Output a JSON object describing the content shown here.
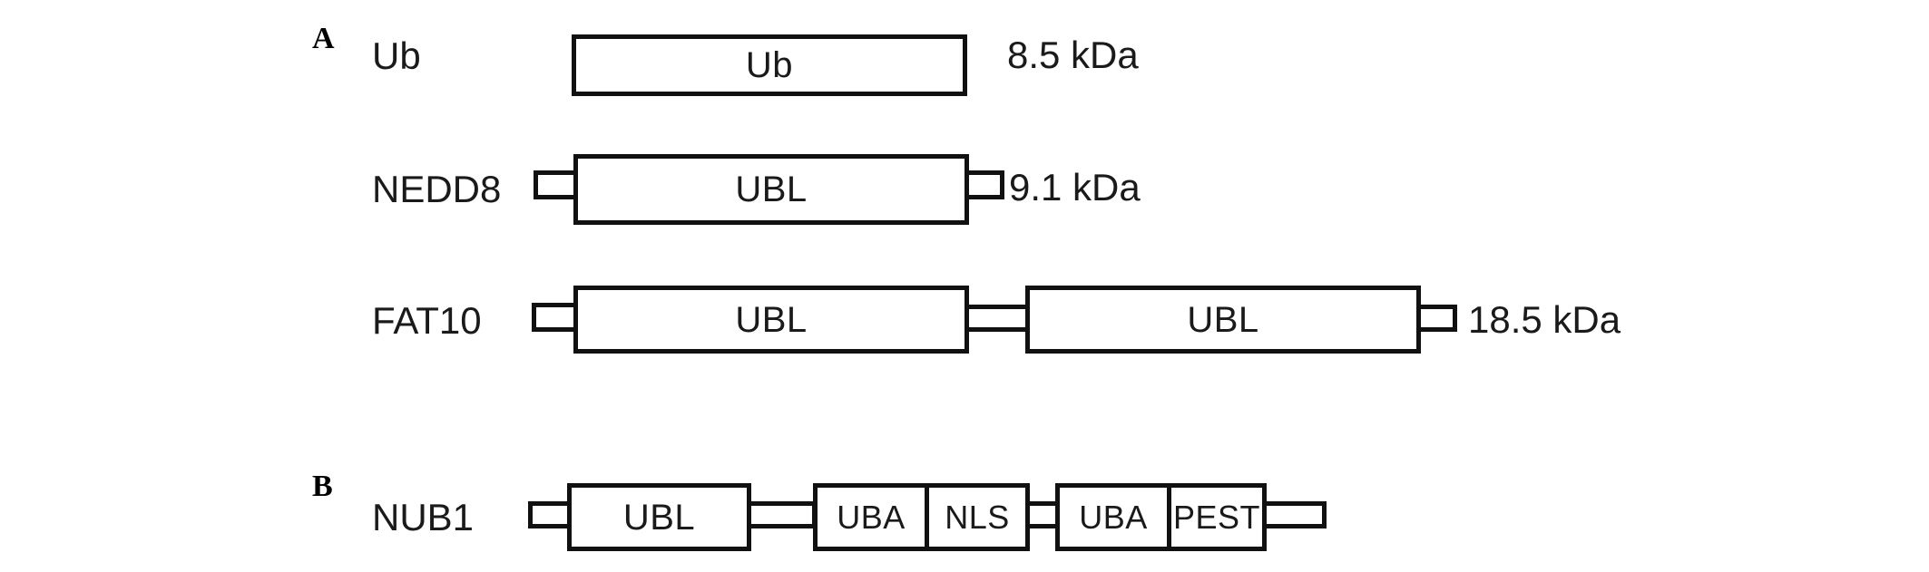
{
  "figure": {
    "background_color": "#ffffff",
    "line_color": "#111111",
    "text_color": "#1a1a1a"
  },
  "panels": [
    {
      "letter": "A",
      "rows": [
        {
          "name": "Ub",
          "mass": "8.5  kDa",
          "domains": [
            "Ub"
          ]
        },
        {
          "name": "NEDD8",
          "mass": "9.1 kDa",
          "domains": [
            "UBL"
          ]
        },
        {
          "name": "FAT10",
          "mass": "18.5  kDa",
          "domains": [
            "UBL",
            "UBL"
          ]
        }
      ]
    },
    {
      "letter": "B",
      "rows": [
        {
          "name": "NUB1",
          "mass": "",
          "domains": [
            "UBL",
            "UBA",
            "NLS",
            "UBA",
            "PEST"
          ]
        }
      ]
    }
  ],
  "labels": {
    "panel_a": "A",
    "panel_b": "B",
    "ub_name": "Ub",
    "ub_domain": "Ub",
    "ub_mass": "8.5  kDa",
    "nedd8_name": "NEDD8",
    "nedd8_domain": "UBL",
    "nedd8_mass": "9.1 kDa",
    "fat10_name": "FAT10",
    "fat10_domain_1": "UBL",
    "fat10_domain_2": "UBL",
    "fat10_mass": "18.5  kDa",
    "nub1_name": "NUB1",
    "nub1_domain_1": "UBL",
    "nub1_domain_2": "UBA",
    "nub1_domain_3": "NLS",
    "nub1_domain_4": "UBA",
    "nub1_domain_5": "PEST"
  }
}
